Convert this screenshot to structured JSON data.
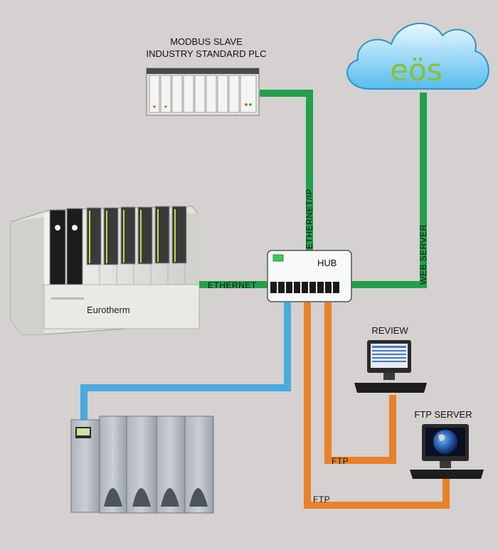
{
  "plc": {
    "line1": "MODBUS SLAVE",
    "line2": "INDUSTRY STANDARD PLC"
  },
  "cloud": {
    "text": "eös"
  },
  "hub": {
    "label": "HUB"
  },
  "links": {
    "ethernet_ip": "ETHERNET/IP",
    "web_server": "WEB SERVER",
    "ethernet": "ETHERNET",
    "ftp_review": "FTP",
    "ftp_server": "FTP"
  },
  "controller": {
    "brand": "Eurotherm"
  },
  "review": {
    "label": "REVIEW"
  },
  "ftp_server": {
    "label": "FTP SERVER"
  },
  "colors": {
    "ethernet_green": "#22a04b",
    "blue_link": "#4aa9df",
    "ftp_orange": "#e8822a",
    "background": "#d4d1d0",
    "cloud_fill": "#8fd3f3"
  }
}
